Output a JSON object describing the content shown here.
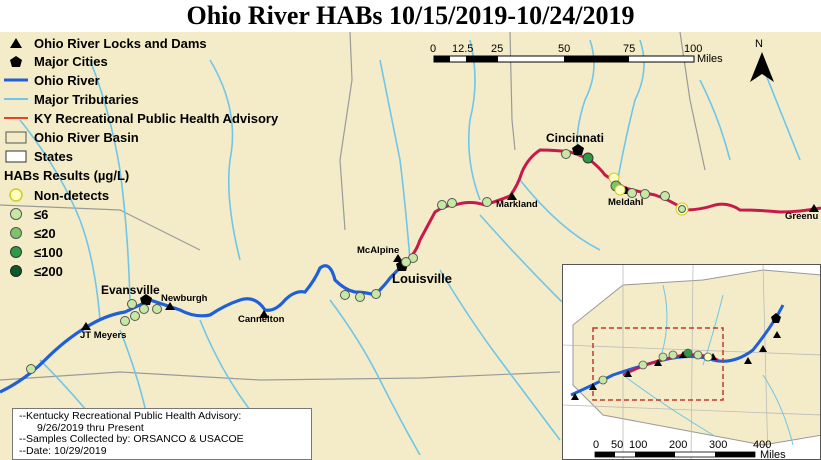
{
  "title": "Ohio River HABs 10/15/2019-10/24/2019",
  "legend": {
    "items": [
      {
        "label": "Ohio River Locks and Dams",
        "symbol": "triangle"
      },
      {
        "label": "Major Cities",
        "symbol": "pentagon"
      },
      {
        "label": "Ohio River",
        "symbol": "line-blue"
      },
      {
        "label": "Major Tributaries",
        "symbol": "line-lightblue"
      },
      {
        "label": "KY Recreational Public Health Advisory",
        "symbol": "line-red"
      },
      {
        "label": "Ohio River Basin",
        "symbol": "box-beige"
      },
      {
        "label": "States",
        "symbol": "box-white"
      }
    ],
    "results_title": "HABs Results (µg/L)",
    "results": [
      {
        "label": "Non-detects",
        "color": "#ffffc0",
        "stroke": "#cccc22"
      },
      {
        "label": "≤6",
        "color": "#c7e8a4",
        "stroke": "#555555"
      },
      {
        "label": "≤20",
        "color": "#7cc36b",
        "stroke": "#555555"
      },
      {
        "label": "≤100",
        "color": "#2f9a44",
        "stroke": "#333333"
      },
      {
        "label": "≤200",
        "color": "#0b5a2a",
        "stroke": "#222222"
      }
    ]
  },
  "scale": {
    "ticks": [
      "0",
      "12.5",
      "25",
      "50",
      "75",
      "100"
    ],
    "unit": "Miles"
  },
  "north_label": "N",
  "places": {
    "cincinnati": "Cincinnati",
    "markland": "Markland",
    "meldahl": "Meldahl",
    "greenup": "Greenu",
    "mcalpine": "McAlpine",
    "louisville": "Louisville",
    "evansville": "Evansville",
    "newburgh": "Newburgh",
    "cannelton": "Cannelton",
    "jtmeyers": "JT Meyers"
  },
  "info": {
    "line1": "--Kentucky Recreational Public Health Advisory:",
    "line2": "9/26/2019 thru Present",
    "line3": "--Samples Collected by: ORSANCO & USACOE",
    "line4": "--Date: 10/29/2019"
  },
  "inset_scale": {
    "ticks": [
      "0",
      "50",
      "100",
      "200",
      "300",
      "400"
    ],
    "unit": "Miles"
  },
  "colors": {
    "ohio_river": "#1f5fd8",
    "advisory": "#c8194a",
    "tributary": "#6ec6ea",
    "basin": "#f4ecc8",
    "state_line": "#9a9a9a"
  }
}
